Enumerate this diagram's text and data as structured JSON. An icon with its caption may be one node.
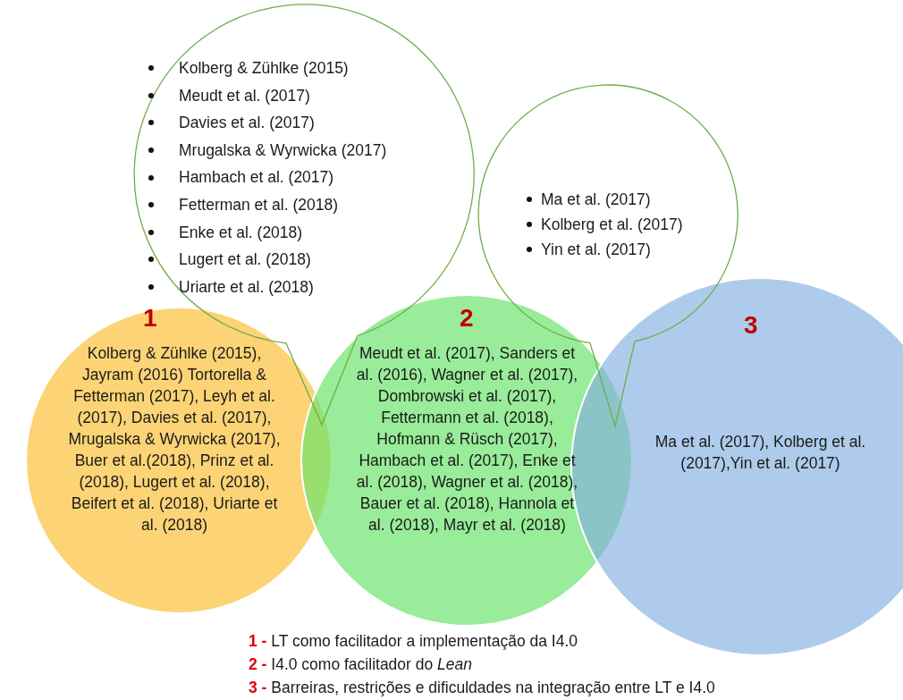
{
  "diagram": {
    "nodes": [
      {
        "text": [
          "1",
          "Kolberg & Zühlke (2015), Jayram (2016) Tortorella & Fetterman (2017), Leyh et al. (2017), Davies et al. (2017), Mrugalska & Wyrwicka (2017), Buer et al.(2018), Prinz et al. (2018), Lugert et al. (2018), Beifert et al. (2018), Uriarte et al. (2018)"
        ]
      },
      {
        "text": [
          "2",
          "Meudt et al. (2017), Sanders et al. (2016), Wagner et al. (2017), Dombrowski et al. (2017), Fettermann et al. (2018), Hofmann & Rüsch (2017), Hambach et al. (2017), Enke et al. (2018), Wagner et al. (2018), Bauer et al. (2018), Hannola et al. (2018), Mayr et al. (2018)"
        ]
      },
      {
        "text": [
          "3",
          "Ma et al. (2017), Kolberg et al. (2017),Yin et al. (2017)"
        ]
      },
      {
        "text": [
          "Kolberg & Zühlke (2015)",
          "Meudt et al. (2017)",
          "Davies et al. (2017)",
          "Mrugalska & Wyrwicka (2017)",
          "Hambach et al. (2017)",
          "Fetterman et al. (2018)",
          "Enke et al. (2018)",
          "Lugert et al. (2018)",
          "Uriarte et al. (2018)"
        ]
      },
      {
        "text": [
          "Ma et al. (2017)",
          "Kolberg et al. (2017)",
          "Yin et al. (2017)"
        ]
      }
    ],
    "labels": [
      "**1 -** LT como facilitador a implementação da I4.0",
      "**2 -** I4.0 como facilitador do *Lean*",
      "**3 -** Barreiras, restrições e dificuldades na integração entre LT e I4.0"
    ]
  }
}
